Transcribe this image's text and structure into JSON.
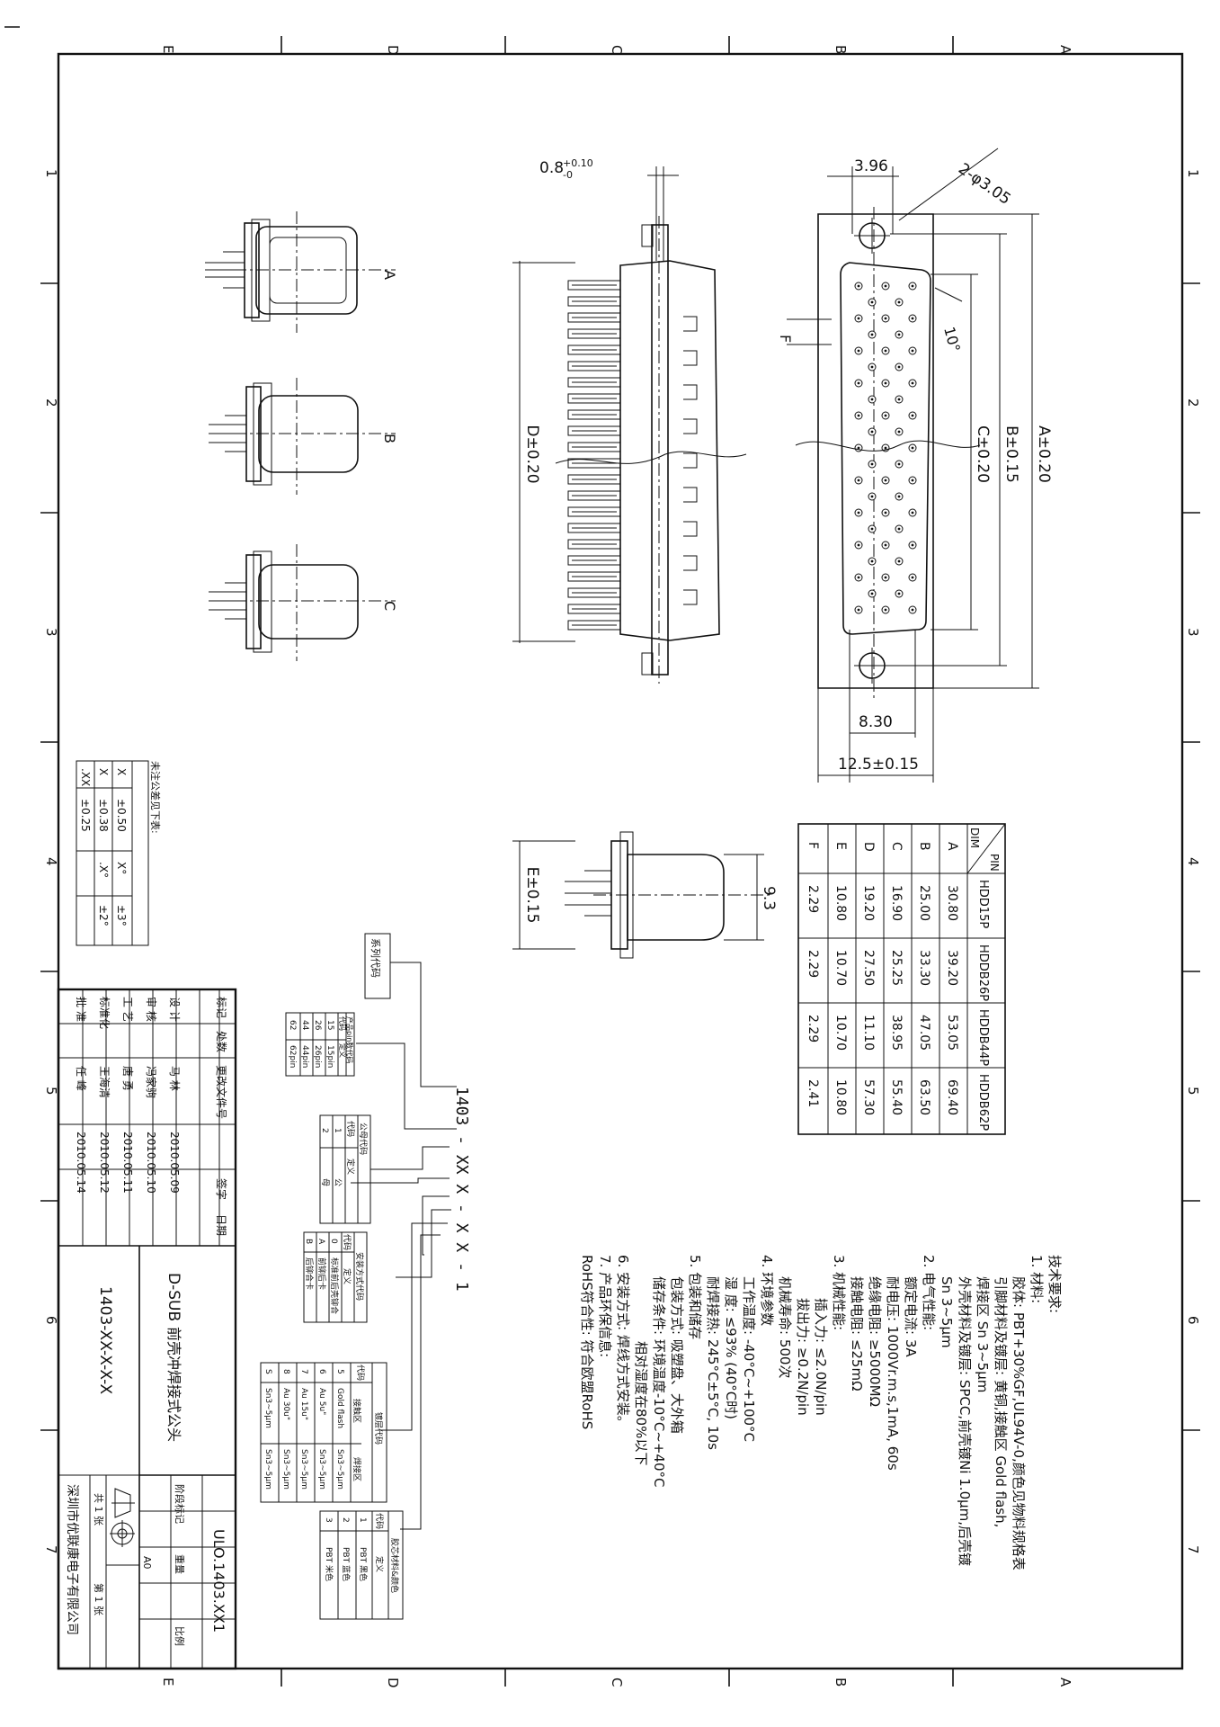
{
  "frame": {
    "zone_letters": [
      "A",
      "B",
      "C",
      "D",
      "E"
    ],
    "zone_numbers": [
      "1",
      "2",
      "3",
      "4",
      "5",
      "6",
      "7"
    ]
  },
  "views": {
    "side_labels": [
      "A",
      "B",
      "C"
    ],
    "profile_dim": "D±0.20",
    "pin_gap_dim": "0.8",
    "pin_gap_tol_upper": "+0.10",
    "pin_gap_tol_lower": "-0",
    "front": {
      "top_width": "3.96",
      "hole": "2-φ3.05",
      "angle": "10°",
      "dim_f": "F",
      "dim_a": "A±0.20",
      "dim_b": "B±0.15",
      "dim_c": "C±0.20",
      "width_830": "8.30",
      "width_125": "12.5±0.15"
    },
    "bottom_view": {
      "dim_e": "E±0.15",
      "dim_93": "9.3"
    }
  },
  "dimension_table": {
    "corner_top": "PIN",
    "corner_bottom": "DIM",
    "columns": [
      "HDD15P",
      "HDDB26P",
      "HDDB44P",
      "HDDB62P"
    ],
    "rows": [
      {
        "label": "A",
        "values": [
          "30.80",
          "39.20",
          "53.05",
          "69.40"
        ]
      },
      {
        "label": "B",
        "values": [
          "25.00",
          "33.30",
          "47.05",
          "63.50"
        ]
      },
      {
        "label": "C",
        "values": [
          "16.90",
          "25.25",
          "38.95",
          "55.40"
        ]
      },
      {
        "label": "D",
        "values": [
          "19.20",
          "27.50",
          "11.10",
          "57.30"
        ]
      },
      {
        "label": "E",
        "values": [
          "10.80",
          "10.70",
          "10.70",
          "10.80"
        ]
      },
      {
        "label": "F",
        "values": [
          "2.29",
          "2.29",
          "2.29",
          "2.41"
        ]
      }
    ]
  },
  "tech_requirements": [
    "技术要求:",
    "1. 材料:",
    "胶体: PBT+30%GF,UL94V-0,颜色见物料规格表",
    "引脚材料及镀层: 黄铜,接触区 Gold flash,",
    "焊接区 Sn 3~5μm",
    "外壳材料及镀层: SPCC,前壳镀Ni 1.0μm,后壳镀",
    "Sn 3~5μm",
    "2. 电气性能:",
    "额定电流: 3A",
    "耐电压: 1000Vr.m.s,1mA, 60s",
    "绝缘电阻: ≥5000MΩ",
    "接触电阻: ≤25mΩ",
    "3. 机械性能:",
    "插入力: ≤2.0N/pin",
    "拔出力: ≥0.2N/pin",
    "机械寿命: 500次",
    "4. 环境参数",
    "工作温度: -40°C~+100°C",
    "湿  度: ≤93% (40°C时)",
    "耐焊接热: 245°C±5°C, 10s",
    "5. 包装和储存",
    "包装方式: 吸塑盘、大外箱",
    "储存条件: 环境温度-10°C~+40°C",
    "相对湿度在80%以下",
    "6. 安装方式: 焊线方式安装。",
    "7. 产品环保信息:",
    "RoHS符合性: 符合欧盟RoHS"
  ],
  "part_number": {
    "code": "1403 - XX X - X X - 1",
    "series_label": "系列代码",
    "pin_table": {
      "title": "产品pin数代码",
      "headers": [
        "代码",
        "定义"
      ],
      "rows": [
        [
          "15",
          "15pin"
        ],
        [
          "26",
          "26pin"
        ],
        [
          "44",
          "44pin"
        ],
        [
          "62",
          "62pin"
        ]
      ]
    },
    "gender_table": {
      "title": "公母代码",
      "headers": [
        "代码",
        "定义"
      ],
      "rows": [
        [
          "1",
          "公"
        ],
        [
          "2",
          "母"
        ]
      ]
    },
    "mount_table": {
      "title": "安装方式代码",
      "headers": [
        "代码",
        "定义"
      ],
      "rows": [
        [
          "0",
          "标准前后壳铆合"
        ],
        [
          "A",
          "前铆后卡"
        ],
        [
          "B",
          "后铆合卡"
        ]
      ]
    },
    "plating_table": {
      "title": "镀层代码",
      "headers": [
        "代码",
        "接触区",
        "焊接区"
      ],
      "rows": [
        [
          "5",
          "Gold flash",
          "Sn3~5μm"
        ],
        [
          "6",
          "Au 5u\"",
          "Sn3~5μm"
        ],
        [
          "7",
          "Au 15u\"",
          "Sn3~5μm"
        ],
        [
          "8",
          "Au 30u\"",
          "Sn3~5μm"
        ],
        [
          "S",
          "Sn3~5μm",
          "Sn3~5μm"
        ]
      ]
    },
    "color_table": {
      "title": "胶芯材料&颜色",
      "headers": [
        "代码",
        "定义"
      ],
      "rows": [
        [
          "1",
          "PBT 黑色"
        ],
        [
          "2",
          "PBT 蓝色"
        ],
        [
          "3",
          "PBT 米色"
        ]
      ]
    }
  },
  "tolerance_box": {
    "title": "未注公差见下表:",
    "rows": [
      [
        "X",
        "±0.50",
        "X°",
        "±3°"
      ],
      [
        "X",
        "±0.38",
        ".X°",
        "±2°"
      ],
      [
        ".XX",
        "±0.25",
        "",
        ""
      ]
    ]
  },
  "title_block": {
    "drawing_number": "ULO.1403.XX1",
    "title_line1": "D-SUB",
    "title_line2": "前壳冲焊接式公头",
    "part_code": "1403-XX-X-X-X",
    "company": "深圳市优联康电子有限公司",
    "sheet_total": "共 1 张",
    "sheet_no": "第 1 张",
    "scale_label": "比例",
    "weight_label": "重量",
    "stage_label": "阶段标记",
    "size": "A0",
    "header_row": [
      "标记",
      "处数",
      "更改文件号",
      "签字",
      "日期"
    ],
    "rows": [
      {
        "role": "设 计",
        "name": "马 林",
        "date": "2010.05.09"
      },
      {
        "role": "审 核",
        "name": "冯家驹",
        "date": "2010.05.10"
      },
      {
        "role": "工 艺",
        "name": "唐 勇",
        "date": "2010.05.11"
      },
      {
        "role": "标准化",
        "name": "王海清",
        "date": "2010.05.12"
      },
      {
        "role": "批 准",
        "name": "任 峰",
        "date": "2010.05.14"
      }
    ]
  }
}
